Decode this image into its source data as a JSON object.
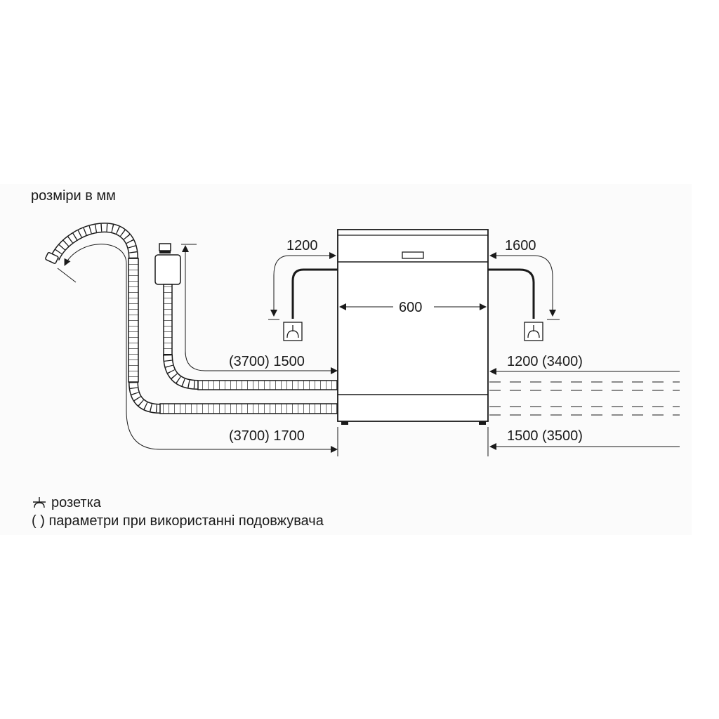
{
  "diagram": {
    "title": "розміри в мм",
    "appliance": {
      "type": "dishwasher",
      "width_label": "600"
    },
    "dimensions": {
      "inlet_hose": "(3700) 1500",
      "drain_hose": "(3700) 1700",
      "power_cord_left": "1200",
      "power_cord_right": "1600",
      "right_top": "1200 (3400)",
      "right_bottom": "1500 (3500)"
    },
    "legend": {
      "socket_symbol_label": "розетка",
      "parentheses_symbol": "( )",
      "parentheses_label": "параметри при використанні подовжувача"
    },
    "colors": {
      "line": "#1a1a1a",
      "background": "#ffffff",
      "panel": "#fbfbfb"
    }
  }
}
